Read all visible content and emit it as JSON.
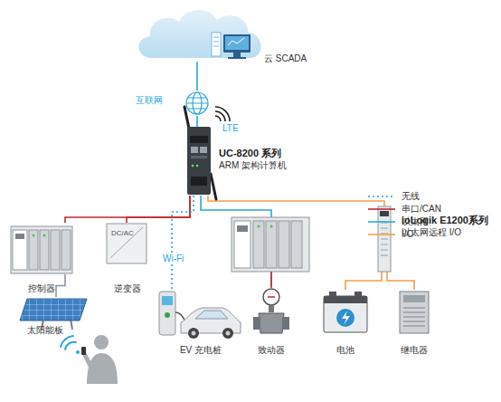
{
  "diagram": {
    "nodes": [
      {
        "text": [
          "云 SCADA"
        ]
      },
      {
        "text": [
          "互联网"
        ]
      },
      {
        "text": [
          "UC-8200 系列",
          "ARM 架构计算机"
        ]
      },
      {
        "text": [
          "控制器"
        ]
      },
      {
        "text": [
          "逆变器"
        ]
      },
      {
        "text": [
          "太阳能板"
        ]
      },
      {
        "text": [
          "EV 充电桩"
        ]
      },
      {
        "text": [
          "致动器"
        ]
      },
      {
        "text": [
          "ioLogik E1200系列",
          "以太网远程 I/O"
        ]
      },
      {
        "text": [
          "电池"
        ]
      },
      {
        "text": [
          "继电器"
        ]
      }
    ],
    "edges": [
      {
        "from": 0,
        "to": 1,
        "arrow": "none"
      },
      {
        "from": 1,
        "to": 2,
        "arrow": "none"
      },
      {
        "from": 2,
        "to": 3,
        "arrow": "none"
      },
      {
        "from": 2,
        "to": 4,
        "arrow": "none"
      },
      {
        "from": 3,
        "to": 5,
        "arrow": "none"
      },
      {
        "from": 2,
        "to": 6,
        "label": "Wi-Fi",
        "arrow": "none"
      },
      {
        "from": 2,
        "to": 7,
        "arrow": "none"
      },
      {
        "from": 2,
        "to": 8,
        "arrow": "none"
      },
      {
        "from": 8,
        "to": 9,
        "arrow": "none"
      },
      {
        "from": 8,
        "to": 10,
        "arrow": "none"
      }
    ],
    "labels": [
      "LTE",
      "DC/AC"
    ],
    "legend": [
      {
        "text": "无线"
      },
      {
        "text": "串口/CAN"
      },
      {
        "text": "以太网"
      },
      {
        "text": "I/O"
      }
    ]
  }
}
